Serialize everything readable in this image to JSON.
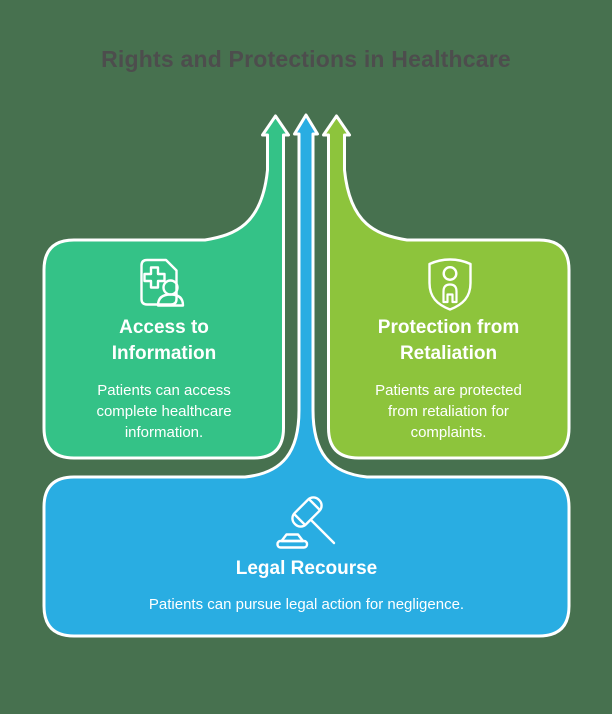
{
  "title": "Rights and Protections in Healthcare",
  "colors": {
    "background": "#47714F",
    "card_green": "#34C287",
    "card_lime": "#8DC43C",
    "card_blue": "#29ADE2",
    "outline": "#FFFFFF",
    "title_text": "#4D4D4D",
    "card_text": "#FFFFFF"
  },
  "cards": [
    {
      "id": "access-to-information",
      "icon": "medical-document-person-icon",
      "title_lines": [
        "Access to",
        "Information"
      ],
      "body_lines": [
        "Patients can access",
        "complete healthcare",
        "information."
      ]
    },
    {
      "id": "protection-from-retaliation",
      "icon": "shield-person-icon",
      "title_lines": [
        "Protection from",
        "Retaliation"
      ],
      "body_lines": [
        "Patients are protected",
        "from retaliation for",
        "complaints."
      ]
    },
    {
      "id": "legal-recourse",
      "icon": "gavel-icon",
      "title_lines": [
        "Legal Recourse"
      ],
      "body_lines": [
        "Patients can pursue legal action for negligence."
      ]
    }
  ]
}
